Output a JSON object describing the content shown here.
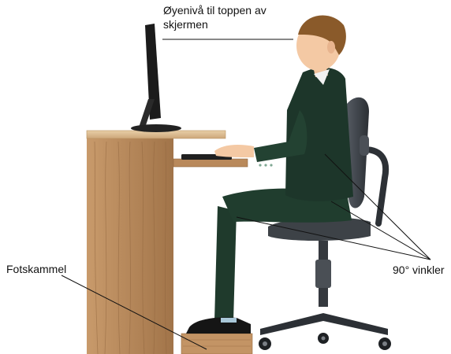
{
  "labels": {
    "eye_level_line1": "Øyenivå til toppen av",
    "eye_level_line2": "skjermen",
    "footrest": "Fotskammel",
    "angles": "90° vinkler"
  },
  "colors": {
    "wood_light": "#d8b48a",
    "wood_dark": "#a9784e",
    "suit": "#1f3a2c",
    "chair": "#3b3f44",
    "skin": "#f4c9a4",
    "hair": "#8a5a2a",
    "monitor": "#1b1b1b"
  }
}
